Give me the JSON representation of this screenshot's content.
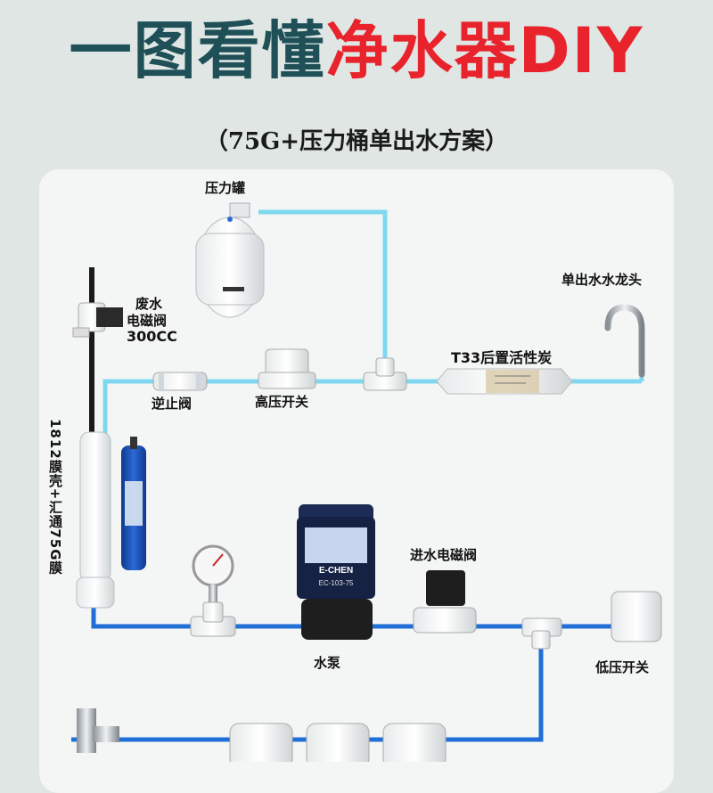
{
  "title": {
    "part1": "一图看懂",
    "part2": "净水器DIY"
  },
  "subtitle": "（75G+压力桶单出水方案）",
  "labels": {
    "pressure_tank": "压力罐",
    "waste_valve_line1": "废水",
    "waste_valve_line2": "电磁阀",
    "waste_valve_line3": "300CC",
    "faucet": "单出水水龙头",
    "t33": "T33后置活性炭",
    "check_valve": "逆止阀",
    "high_switch": "高压开关",
    "membrane": "1812膜壳+汇通75G膜",
    "inlet_valve": "进水电磁阀",
    "pump": "水泵",
    "low_switch": "低压开关"
  },
  "pump_text": {
    "brand": "E-CHEN",
    "model": "EC-103-75"
  },
  "colors": {
    "background": "#dfe6e4",
    "panel": "#f4f6f5",
    "pure_water_pipe": "#7fd8f0",
    "raw_water_pipe": "#1f6fd6",
    "title_dark": "#1f5057",
    "title_red": "#e8232b"
  }
}
